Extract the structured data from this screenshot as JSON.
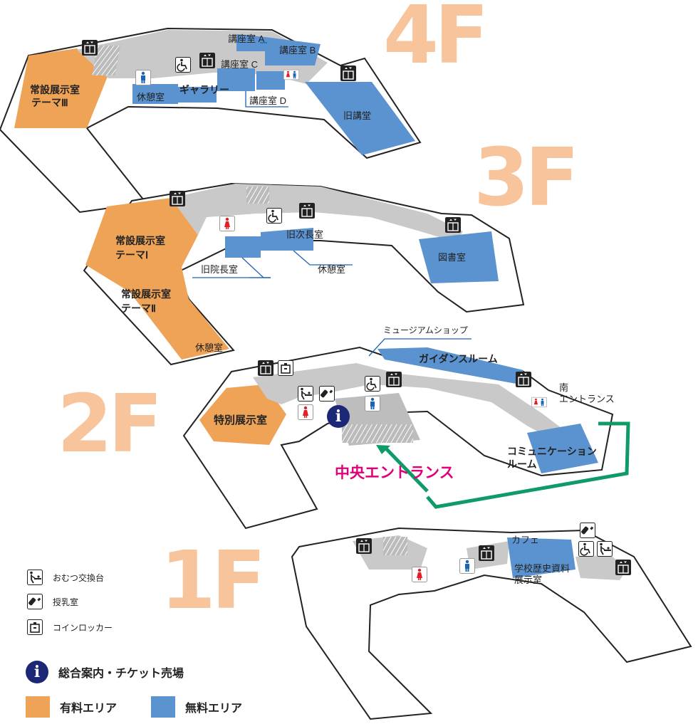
{
  "floors": {
    "f4": {
      "label": "4F",
      "rooms": {
        "theme3_line1": "常設展示室",
        "theme3_line2": "テーマⅢ",
        "rest": "休憩室",
        "gallery": "ギャラリー",
        "lecture_a": "講座室 A",
        "lecture_b": "講座室 B",
        "lecture_c": "講座室 C",
        "lecture_d": "講座室 D",
        "old_hall": "旧講堂"
      }
    },
    "f3": {
      "label": "3F",
      "rooms": {
        "theme1_line1": "常設展示室",
        "theme1_line2": "テーマⅠ",
        "theme2_line1": "常設展示室",
        "theme2_line2": "テーマⅡ",
        "rest_small": "休憩室",
        "old_director": "旧院長室",
        "rest": "休憩室",
        "old_vice": "旧次長室",
        "library": "図書室"
      }
    },
    "f2": {
      "label": "2F",
      "rooms": {
        "museum_shop": "ミュージアムショップ",
        "guidance": "ガイダンスルーム",
        "south_line1": "南",
        "south_line2": "エントランス",
        "special": "特別展示室",
        "comm_line1": "コミュニケーション",
        "comm_line2": "ルーム",
        "central_entrance": "中央エントランス"
      }
    },
    "f1": {
      "label": "1F",
      "rooms": {
        "cafe": "カフェ",
        "school_line1": "学校歴史資料",
        "school_line2": "展示室"
      }
    }
  },
  "legend": {
    "diaper": "おむつ交換台",
    "nursing": "授乳室",
    "locker": "コインロッカー",
    "info": "総合案内・チケット売場",
    "paid": "有料エリア",
    "free": "無料エリア",
    "info_glyph": "i"
  },
  "colors": {
    "paid": "#eea357",
    "free": "#5b93d0",
    "corridor": "#c9c9c9",
    "floor_num": "#f7c49c",
    "route": "#0f9b68",
    "entrance_text": "#e2007a",
    "info_navy": "#1c2776",
    "women": "#e21e26",
    "men": "#1e64b4"
  },
  "icons": [
    "elevator-icon",
    "wheelchair-icon",
    "women-toilet-icon",
    "men-toilet-icon",
    "diaper-icon",
    "nursing-icon",
    "locker-icon",
    "info-icon"
  ]
}
